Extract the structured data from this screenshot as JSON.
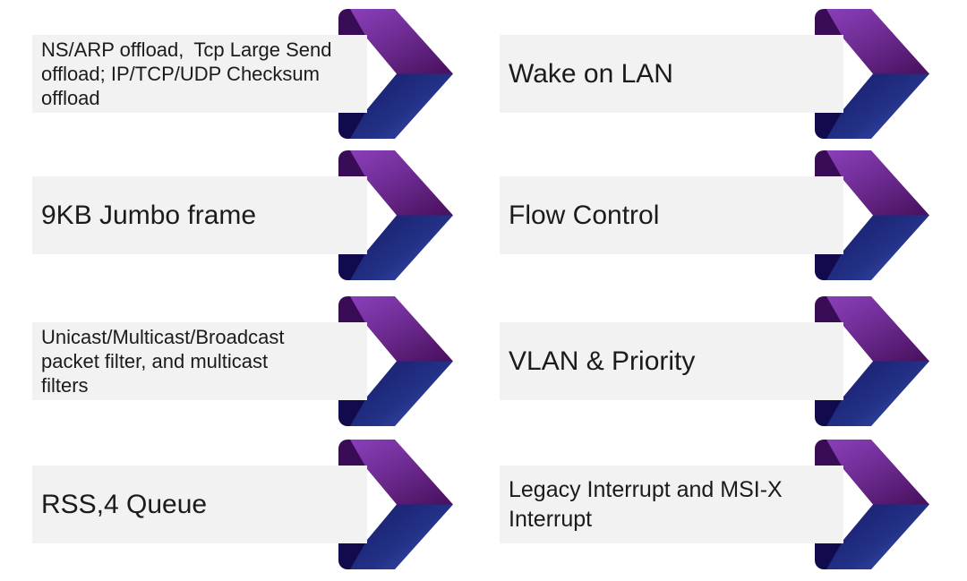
{
  "slide": {
    "background": "#ffffff"
  },
  "colors": {
    "bar_background": "#f2f2f2",
    "text": "#1b1b1b",
    "fold_dark_purple": "#390d55",
    "fold_dark_navy": "#110a4d",
    "purple_gradient": [
      "#8a3fba",
      "#6d2b91",
      "#4c1363"
    ],
    "navy_gradient": [
      "#191c6b",
      "#223186",
      "#4151b8"
    ]
  },
  "icons": {
    "arrow": "chevron-arrow-icon"
  },
  "features": {
    "left": [
      {
        "size": "small",
        "lines": [
          "NS/ARP offload， Tcp Large Send",
          "offload; IP/TCP/UDP Checksum",
          "offload"
        ]
      },
      {
        "size": "large",
        "lines": [
          "9KB Jumbo frame"
        ]
      },
      {
        "size": "small",
        "lines": [
          "Unicast/Multicast/Broadcast",
          "packet filter, and multicast",
          "filters"
        ]
      },
      {
        "size": "large",
        "lines": [
          "RSS,4 Queue"
        ]
      }
    ],
    "right": [
      {
        "size": "large",
        "lines": [
          "Wake on LAN"
        ]
      },
      {
        "size": "large",
        "lines": [
          "Flow Control"
        ]
      },
      {
        "size": "large",
        "lines": [
          "VLAN & Priority"
        ]
      },
      {
        "size": "medium",
        "lines": [
          "Legacy Interrupt and MSI-X",
          "Interrupt"
        ]
      }
    ]
  }
}
